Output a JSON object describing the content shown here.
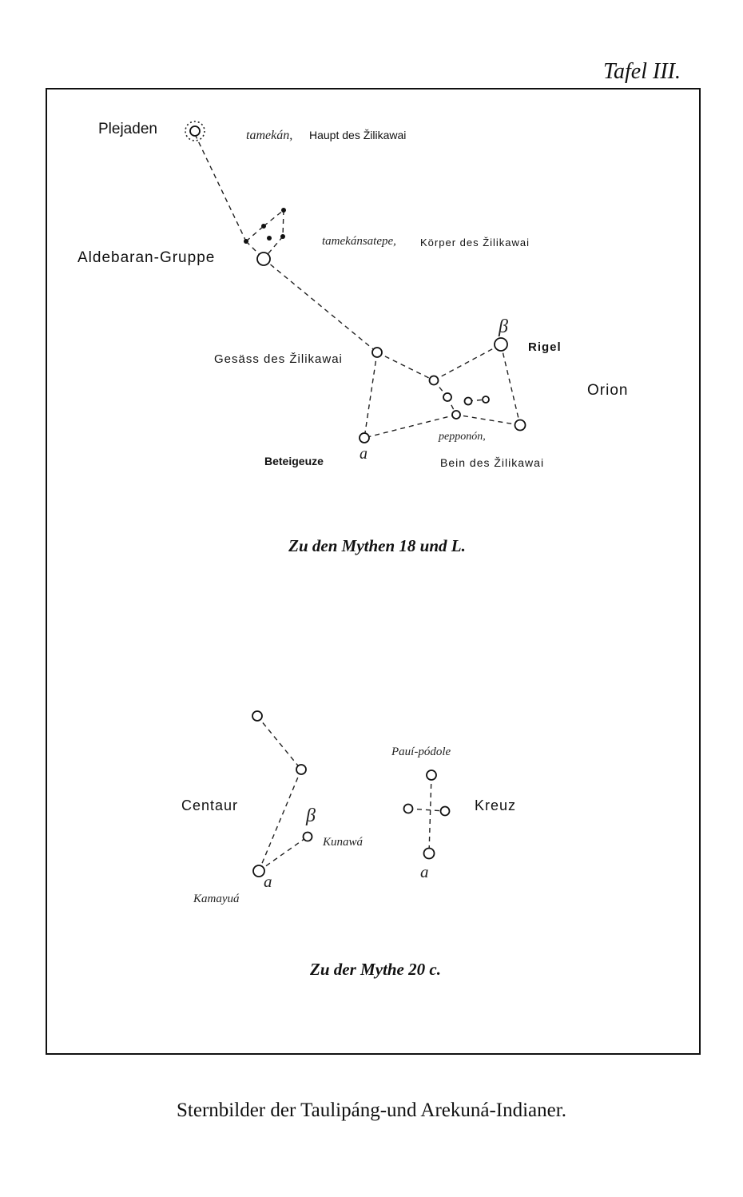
{
  "plate": {
    "label": "Tafel III."
  },
  "diagram1": {
    "caption": "Zu den Mythen 18 und L.",
    "labels": {
      "plejaden": "Plejaden",
      "aldebaran": "Aldebaran-Gruppe",
      "tamekan_native": "tamekán,",
      "tamekan_gloss": "Haupt des Žilikawai",
      "tamekansatepe_native": "tamekánsatepe,",
      "tamekansatepe_gloss": "Körper des Žilikawai",
      "gesass": "Gesäss des Žilikawai",
      "beta": "β",
      "rigel": "Rigel",
      "orion": "Orion",
      "peponon_native": "pepponón,",
      "peponon_gloss": "Bein des Žilikawai",
      "alpha": "a",
      "beteigeuze": "Beteigeuze"
    }
  },
  "diagram2": {
    "caption": "Zu der Mythe 20 c.",
    "labels": {
      "centaur": "Centaur",
      "beta": "β",
      "kunawa": "Kunawá",
      "alpha_centaur": "a",
      "kamayua": "Kamayuá",
      "pauipodole": "Pauí-pódole",
      "kreuz": "Kreuz",
      "alpha_kreuz": "a"
    }
  },
  "footer": {
    "title": "Sternbilder der Taulipáng-und Arekuná-Indianer."
  },
  "colors": {
    "ink": "#111111",
    "paper": "#ffffff"
  }
}
